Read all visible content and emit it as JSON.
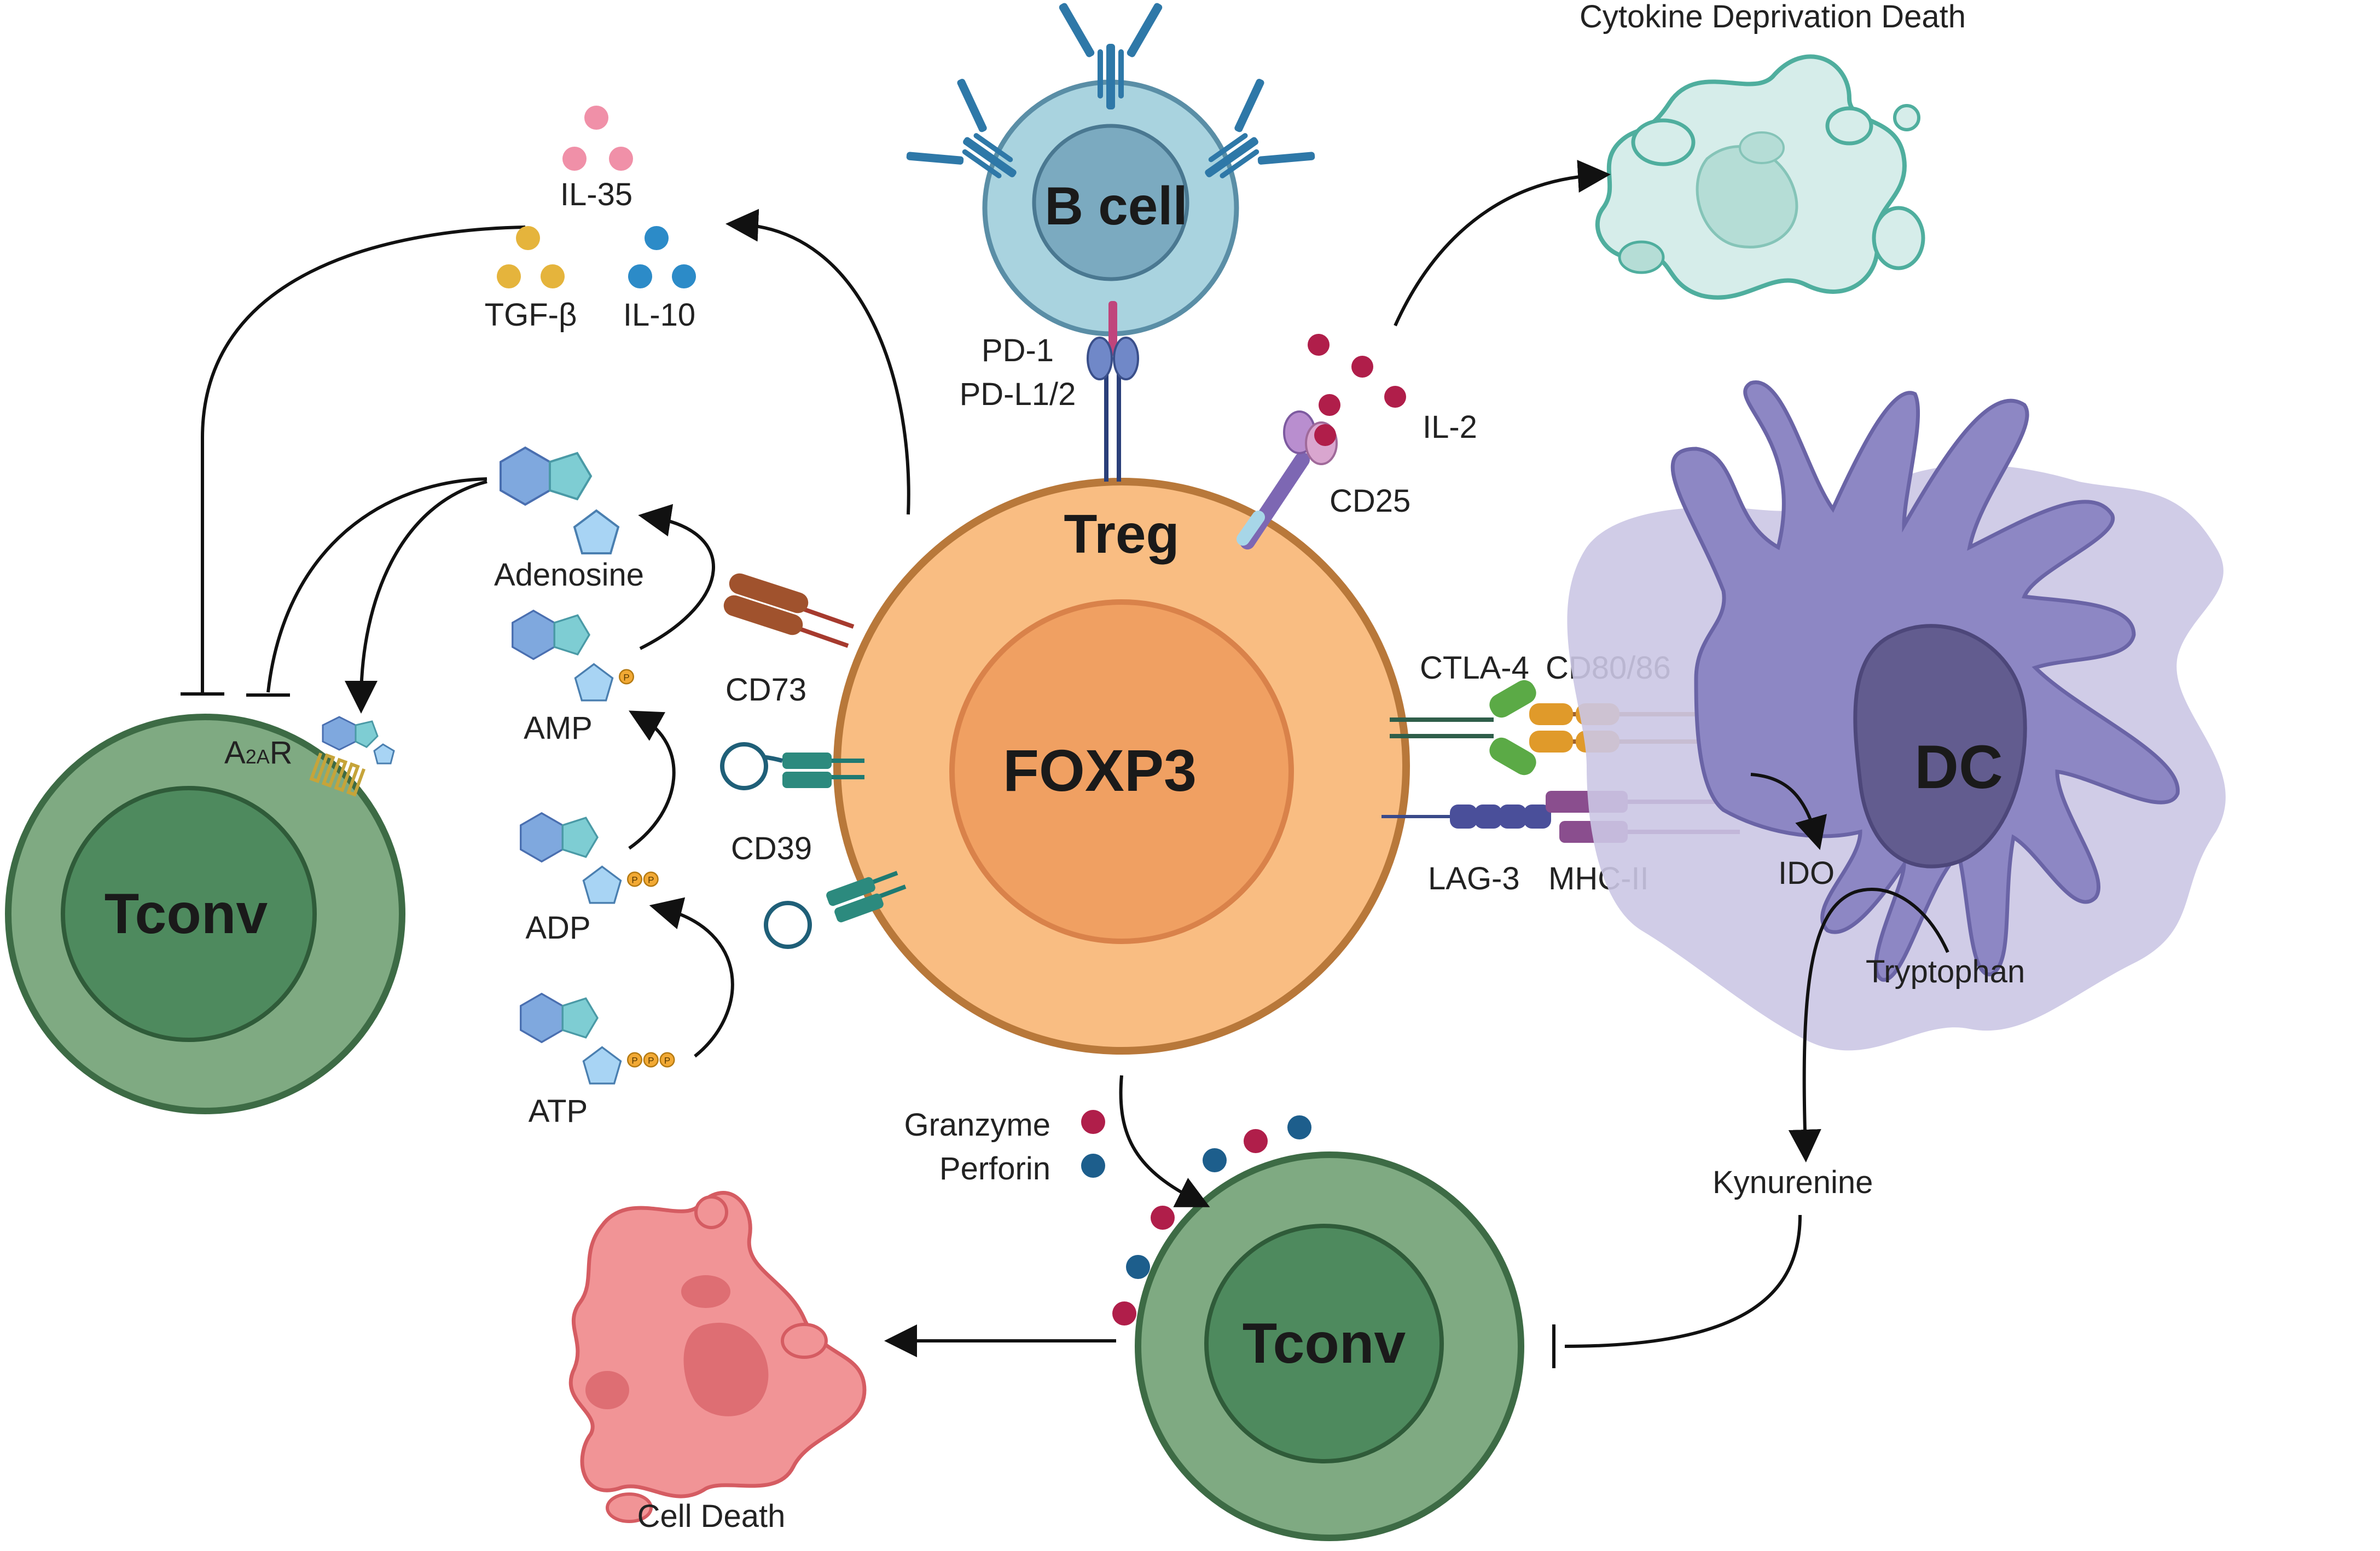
{
  "labels": {
    "b_cell": "B cell",
    "treg": "Treg",
    "foxp3": "FOXP3",
    "dc": "DC",
    "tconv_left": "Tconv",
    "tconv_bottom": "Tconv",
    "cytokine_death": "Cytokine Deprivation Death",
    "il35": "IL-35",
    "tgfb": "TGF-β",
    "il10": "IL-10",
    "pd1": "PD-1",
    "pdl1": "PD-L1/2",
    "il2": "IL-2",
    "cd25": "CD25",
    "adenosine": "Adenosine",
    "amp": "AMP",
    "adp": "ADP",
    "atp": "ATP",
    "cd73": "CD73",
    "cd39": "CD39",
    "a2ar_a": "A",
    "a2ar_sub": "2A",
    "a2ar_r": "R",
    "ctla4": "CTLA-4",
    "cd8086": "CD80/86",
    "lag3": "LAG-3",
    "mhcii": "MHC-II",
    "ido": "IDO",
    "tryptophan": "Tryptophan",
    "kynurenine": "Kynurenine",
    "granzyme": "Granzyme",
    "perforin": "Perforin",
    "cell_death": "Cell Death",
    "phosphate": "P"
  },
  "colors": {
    "treg_outer": "#F9BD82",
    "treg_border": "#B8783A",
    "treg_nucleus": "#F0A062",
    "bcell_outer": "#A9D3DF",
    "bcell_nucleus": "#7BAAC0",
    "tconv_outer": "#7FAA82",
    "tconv_nucleus": "#4E8A5E",
    "tconv_border": "#3D6B45",
    "dc_body": "#8D87C4",
    "dc_shadow": "#CBC6E4",
    "dc_nucleus": "#625C8F",
    "cytokine_death_cell": "#D6EDEA",
    "cell_death_cell": "#F19496",
    "il35": "#F090A8",
    "tgfb": "#E5B43C",
    "il10": "#2C8BC8",
    "il2": "#B01E4A",
    "granzyme": "#B01E4A",
    "perforin": "#1D5E8C"
  },
  "icons": [
    "antibody-icon",
    "pd1-receptor-icon",
    "cd25-receptor-icon",
    "ctla4-receptor-icon",
    "lag3-receptor-icon",
    "cd39-enzyme-icon",
    "cd73-enzyme-icon",
    "a2ar-receptor-icon",
    "purine-molecule-icon"
  ]
}
